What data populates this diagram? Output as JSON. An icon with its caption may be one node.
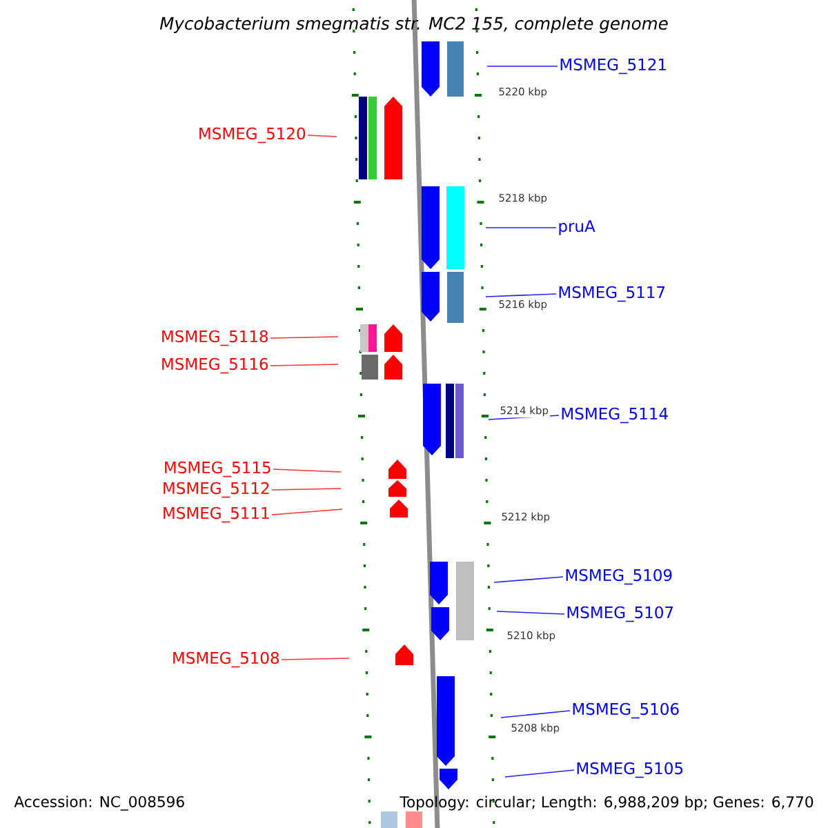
{
  "diagram": {
    "title": "Mycobacterium smegmatis str. MC2 155, complete genome",
    "nodes": [
      {
        "text": [
          "MSMEG_5121"
        ]
      },
      {
        "text": [
          "MSMEG_5120"
        ]
      },
      {
        "text": [
          "pruA"
        ]
      },
      {
        "text": [
          "MSMEG_5117"
        ]
      },
      {
        "text": [
          "MSMEG_5118"
        ]
      },
      {
        "text": [
          "MSMEG_5116"
        ]
      },
      {
        "text": [
          "MSMEG_5114"
        ]
      },
      {
        "text": [
          "MSMEG_5115"
        ]
      },
      {
        "text": [
          "MSMEG_5112"
        ]
      },
      {
        "text": [
          "MSMEG_5111"
        ]
      },
      {
        "text": [
          "MSMEG_5109"
        ]
      },
      {
        "text": [
          "MSMEG_5107"
        ]
      },
      {
        "text": [
          "MSMEG_5108"
        ]
      },
      {
        "text": [
          "MSMEG_5106"
        ]
      },
      {
        "text": [
          "MSMEG_5105"
        ]
      }
    ],
    "edges": [
      {
        "from": 0,
        "to": null,
        "arrow": "none"
      },
      {
        "from": 1,
        "to": null,
        "arrow": "none",
        "color": "#ff3030"
      },
      {
        "from": 2,
        "to": null,
        "arrow": "none"
      },
      {
        "from": 3,
        "to": null,
        "arrow": "none"
      },
      {
        "from": 4,
        "to": null,
        "arrow": "none",
        "color": "#ff3030"
      },
      {
        "from": 5,
        "to": null,
        "arrow": "none",
        "color": "#ff3030"
      },
      {
        "from": 6,
        "to": null,
        "arrow": "none"
      },
      {
        "from": 7,
        "to": null,
        "arrow": "none",
        "color": "#ff3030"
      },
      {
        "from": 8,
        "to": null,
        "arrow": "none",
        "color": "#ff3030"
      },
      {
        "from": 9,
        "to": null,
        "arrow": "none",
        "color": "#ff3030"
      },
      {
        "from": 10,
        "to": null,
        "arrow": "none"
      },
      {
        "from": 11,
        "to": null,
        "arrow": "none"
      },
      {
        "from": 12,
        "to": null,
        "arrow": "none",
        "color": "#ff3030"
      },
      {
        "from": 13,
        "to": null,
        "arrow": "none"
      },
      {
        "from": 14,
        "to": null,
        "arrow": "none"
      }
    ],
    "labels": [
      "5220 kbp",
      "5218 kbp",
      "5216 kbp",
      "5214 kbp",
      "5212 kbp",
      "5210 kbp",
      "5208 kbp",
      "Accession: NC_008596",
      "Topology: circular; Length: 6,988,209 bp; Genes: 6,770"
    ]
  }
}
